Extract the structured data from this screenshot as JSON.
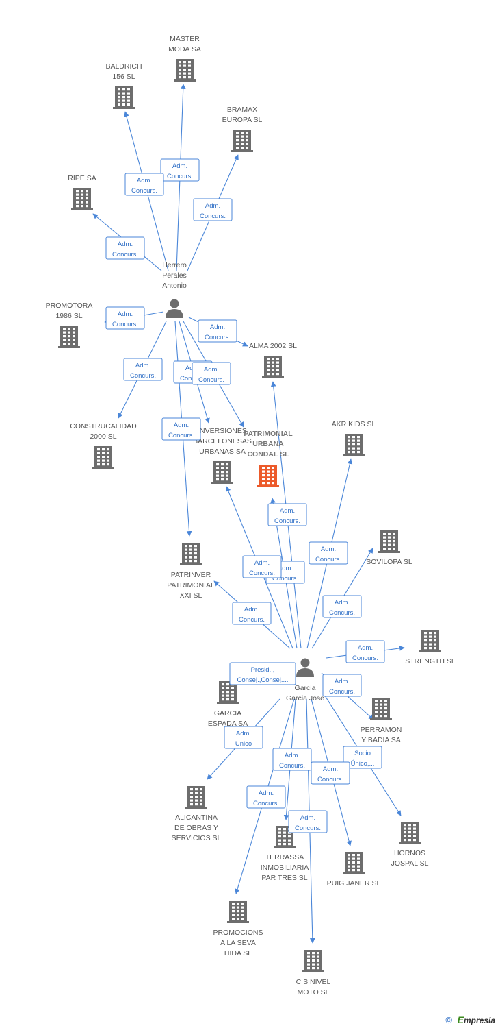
{
  "colors": {
    "building": "#6d6d6d",
    "building_main": "#ec5a2a",
    "person": "#6d6d6d",
    "edge": "#4a86d8",
    "label": "#555555"
  },
  "footer": {
    "copyright": "©",
    "brand_first": "E",
    "brand_rest": "mpresia"
  },
  "nodes": [
    {
      "id": "master",
      "type": "company",
      "lines": [
        "MASTER",
        "MODA SA"
      ]
    },
    {
      "id": "baldrich",
      "type": "company",
      "lines": [
        "BALDRICH",
        "156 SL"
      ]
    },
    {
      "id": "bramax",
      "type": "company",
      "lines": [
        "BRAMAX",
        "EUROPA SL"
      ]
    },
    {
      "id": "ripe",
      "type": "company",
      "lines": [
        "RIPE SA"
      ]
    },
    {
      "id": "herrero",
      "type": "person",
      "lines": [
        "Herrero",
        "Perales",
        "Antonio"
      ]
    },
    {
      "id": "promotora",
      "type": "company",
      "lines": [
        "PROMOTORA",
        "1986 SL"
      ]
    },
    {
      "id": "alma",
      "type": "company",
      "lines": [
        "ALMA 2002 SL"
      ]
    },
    {
      "id": "construcalidad",
      "type": "company",
      "lines": [
        "CONSTRUCALIDAD",
        "2000 SL"
      ]
    },
    {
      "id": "inversiones",
      "type": "company",
      "lines": [
        "INVERSIONES",
        "BARCELONESAS",
        "URBANAS SA"
      ]
    },
    {
      "id": "patrimonial_urbana",
      "type": "main",
      "lines": [
        "PATRIMONIAL",
        "URBANA",
        "CONDAL SL"
      ]
    },
    {
      "id": "akr",
      "type": "company",
      "lines": [
        "AKR KIDS  SL"
      ]
    },
    {
      "id": "patrinver",
      "type": "company",
      "lines": [
        "PATRINVER",
        "PATRIMONIAL",
        "XXI SL"
      ]
    },
    {
      "id": "sovilopa",
      "type": "company",
      "lines": [
        "SOVILOPA  SL"
      ]
    },
    {
      "id": "strength",
      "type": "company",
      "lines": [
        "STRENGTH SL"
      ]
    },
    {
      "id": "garcia",
      "type": "person",
      "lines": [
        "Garcia",
        "Garcia Jose"
      ]
    },
    {
      "id": "garcia_espada",
      "type": "company",
      "lines": [
        "GARCIA",
        "ESPADA SA"
      ]
    },
    {
      "id": "perramon",
      "type": "company",
      "lines": [
        "PERRAMON",
        "Y BADIA SA"
      ]
    },
    {
      "id": "alicantina",
      "type": "company",
      "lines": [
        "ALICANTINA",
        "DE OBRAS Y",
        "SERVICIOS SL"
      ]
    },
    {
      "id": "terrassa",
      "type": "company",
      "lines": [
        "TERRASSA",
        "INMOBILIARIA",
        "PAR TRES SL"
      ]
    },
    {
      "id": "puig",
      "type": "company",
      "lines": [
        "PUIG JANER SL"
      ]
    },
    {
      "id": "hornos",
      "type": "company",
      "lines": [
        "HORNOS",
        "JOSPAL SL"
      ]
    },
    {
      "id": "promocions",
      "type": "company",
      "lines": [
        "PROMOCIONS",
        "A LA SEVA",
        "HIDA SL"
      ]
    },
    {
      "id": "csnivel",
      "type": "company",
      "lines": [
        "C S NIVEL",
        "MOTO SL"
      ]
    }
  ],
  "edges": [
    {
      "from": "herrero",
      "to": "master",
      "label": [
        "Adm.",
        "Concurs."
      ]
    },
    {
      "from": "herrero",
      "to": "baldrich",
      "label": [
        "Adm.",
        "Concurs."
      ]
    },
    {
      "from": "herrero",
      "to": "bramax",
      "label": [
        "Adm.",
        "Concurs."
      ]
    },
    {
      "from": "herrero",
      "to": "ripe",
      "label": [
        "Adm.",
        "Concurs."
      ]
    },
    {
      "from": "herrero",
      "to": "promotora",
      "label": [
        "Adm.",
        "Concurs."
      ]
    },
    {
      "from": "herrero",
      "to": "alma",
      "label": [
        "Adm.",
        "Concurs."
      ]
    },
    {
      "from": "herrero",
      "to": "construcalidad",
      "label": [
        "Adm.",
        "Concurs."
      ]
    },
    {
      "from": "herrero",
      "to": "inversiones",
      "label": [
        "Adm.",
        "Concurs."
      ]
    },
    {
      "from": "herrero",
      "to": "patrimonial_urbana",
      "label": [
        "Adm.",
        "Concurs."
      ]
    },
    {
      "from": "herrero",
      "to": "patrinver",
      "label": [
        "Adm.",
        "Concurs."
      ]
    },
    {
      "from": "garcia",
      "to": "patrimonial_urbana",
      "label": [
        "Adm.",
        "Concurs."
      ]
    },
    {
      "from": "garcia",
      "to": "alma",
      "label": [
        "Adm.",
        "Concurs."
      ]
    },
    {
      "from": "garcia",
      "to": "akr",
      "label": [
        "Adm.",
        "Concurs."
      ]
    },
    {
      "from": "garcia",
      "to": "inversiones",
      "label": [
        "Adm.",
        "Concurs."
      ]
    },
    {
      "from": "garcia",
      "to": "patrinver",
      "label": [
        "Adm.",
        "Concurs."
      ]
    },
    {
      "from": "garcia",
      "to": "sovilopa",
      "label": [
        "Adm.",
        "Concurs."
      ]
    },
    {
      "from": "garcia",
      "to": "strength",
      "label": [
        "Adm.",
        "Concurs."
      ]
    },
    {
      "from": "garcia",
      "to": "garcia_espada",
      "label": [
        "Presid. ,",
        "Consej.,Consej...."
      ]
    },
    {
      "from": "garcia",
      "to": "perramon",
      "label": [
        "Adm.",
        "Concurs."
      ]
    },
    {
      "from": "garcia",
      "to": "alicantina",
      "label": [
        "Adm.",
        "Unico"
      ]
    },
    {
      "from": "garcia",
      "to": "hornos",
      "label": [
        "Socio",
        "Único,..."
      ]
    },
    {
      "from": "garcia",
      "to": "terrassa",
      "label": [
        "Adm.",
        "Concurs."
      ]
    },
    {
      "from": "garcia",
      "to": "puig",
      "label": [
        "Adm.",
        "Concurs."
      ]
    },
    {
      "from": "garcia",
      "to": "promocions",
      "label": [
        "Adm.",
        "Concurs."
      ]
    },
    {
      "from": "garcia",
      "to": "csnivel",
      "label": [
        "Adm.",
        "Concurs."
      ]
    }
  ]
}
